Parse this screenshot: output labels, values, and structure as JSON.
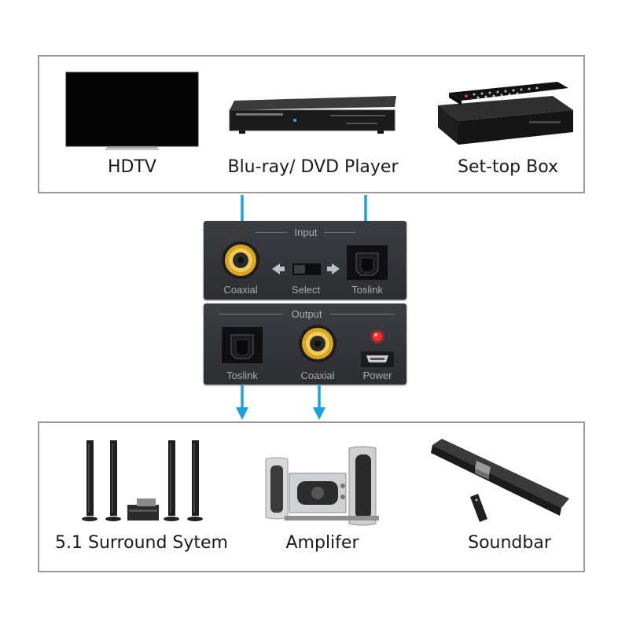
{
  "sources": {
    "hdtv": "HDTV",
    "player": "Blu-ray/ DVD Player",
    "settop": "Set-top Box"
  },
  "converter": {
    "input_title": "Input",
    "coaxial_in": "Coaxial",
    "select": "Select",
    "toslink_in": "Toslink",
    "output_title": "Output",
    "toslink_out": "Toslink",
    "coaxial_out": "Coaxial",
    "power": "Power"
  },
  "outputs": {
    "surround": "5.1 Surround Sytem",
    "amplifier": "Amplifer",
    "soundbar": "Soundbar"
  },
  "colors": {
    "arrow": "#1aa3e0",
    "led": "#ff2a2a",
    "rca_gold": "#d9a520"
  }
}
